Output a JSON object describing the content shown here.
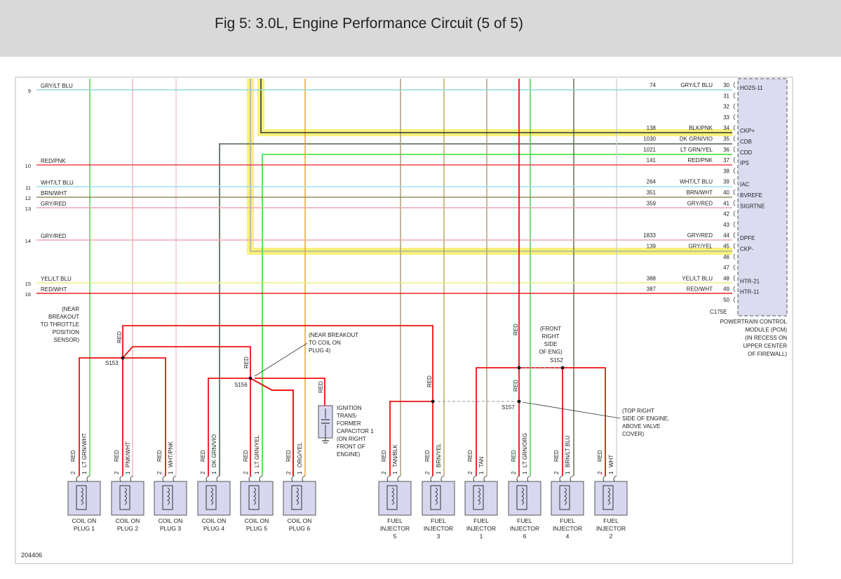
{
  "title": "Fig 5: 3.0L, Engine Performance Circuit (5 of 5)",
  "figure_id": "204406",
  "colors": {
    "GRY/LT BLU": "#8fd8e0",
    "RED/PNK": "#ee4455",
    "WHT/LT BLU": "#9ee0e8",
    "BRN/WHT": "#9a8c60",
    "GRY/RED": "#e7a9b0",
    "YEL/LT BLU": "#e9ef80",
    "RED/WHT": "#ee2222",
    "RED": "#ee1111",
    "LT GRN/WHT": "#44cc44",
    "PNK/WHT": "#efb4bb",
    "WHT/PNK": "#efc8cc",
    "DK GRN/VIO": "#4d6050",
    "LT GRN/YEL": "#33dd33",
    "ORG/YEL": "#e8a020",
    "TAN/BLK": "#a89870",
    "BRN/YEL": "#b8a25a",
    "TAN": "#b09a72",
    "LT GRN/ORG": "#44cc44",
    "BRN/LT BLU": "#5a6a40",
    "WHT": "#cfcfcf",
    "BLK/PNK": "#333333",
    "GRY/YEL": "#b0b0a0",
    "highlight": "#f6f27a",
    "pcm_fill": "#dcdcf0",
    "device_fill": "#d7d7f0"
  },
  "left_rows": [
    {
      "num": "9",
      "label": "GRY/LT BLU"
    },
    {
      "num": "10",
      "label": "RED/PNK"
    },
    {
      "num": "11",
      "label": "WHT/LT BLU"
    },
    {
      "num": "12",
      "label": "BRN/WHT"
    },
    {
      "num": "13",
      "label": "GRY/RED"
    },
    {
      "num": "14",
      "label": "GRY/RED"
    },
    {
      "num": "15",
      "label": "YEL/LT BLU"
    },
    {
      "num": "16",
      "label": "RED/WHT"
    }
  ],
  "pins": [
    {
      "pin": "30",
      "circuit": "74",
      "color": "GRY/LT BLU",
      "func": "HO2S-11"
    },
    {
      "pin": "31",
      "circuit": "",
      "color": "",
      "func": ""
    },
    {
      "pin": "32",
      "circuit": "",
      "color": "",
      "func": ""
    },
    {
      "pin": "33",
      "circuit": "",
      "color": "",
      "func": ""
    },
    {
      "pin": "34",
      "circuit": "138",
      "color": "BLK/PNK",
      "func": "CKP+"
    },
    {
      "pin": "35",
      "circuit": "1030",
      "color": "DK GRN/VIO",
      "func": "CDB"
    },
    {
      "pin": "36",
      "circuit": "1021",
      "color": "LT GRN/YEL",
      "func": "CDD"
    },
    {
      "pin": "37",
      "circuit": "141",
      "color": "RED/PNK",
      "func": "IPS"
    },
    {
      "pin": "38",
      "circuit": "",
      "color": "",
      "func": ""
    },
    {
      "pin": "39",
      "circuit": "264",
      "color": "WHT/LT BLU",
      "func": "IAC"
    },
    {
      "pin": "40",
      "circuit": "351",
      "color": "BRN/WHT",
      "func": "BVREFE"
    },
    {
      "pin": "41",
      "circuit": "359",
      "color": "GRY/RED",
      "func": "SIGRTNE"
    },
    {
      "pin": "42",
      "circuit": "",
      "color": "",
      "func": ""
    },
    {
      "pin": "43",
      "circuit": "",
      "color": "",
      "func": ""
    },
    {
      "pin": "44",
      "circuit": "1833",
      "color": "GRY/RED",
      "func": "DPFE"
    },
    {
      "pin": "45",
      "circuit": "139",
      "color": "GRY/YEL",
      "func": "CKP-"
    },
    {
      "pin": "46",
      "circuit": "",
      "color": "",
      "func": ""
    },
    {
      "pin": "47",
      "circuit": "",
      "color": "",
      "func": ""
    },
    {
      "pin": "48",
      "circuit": "388",
      "color": "YEL/LT BLU",
      "func": "HTR-21"
    },
    {
      "pin": "49",
      "circuit": "387",
      "color": "RED/WHT",
      "func": "HTR-11"
    },
    {
      "pin": "50",
      "circuit": "",
      "color": "",
      "func": ""
    }
  ],
  "connector": "C175E",
  "pcm_label": [
    "POWERTRAIN CONTROL",
    "MODULE (PCM)",
    "(IN RECESS ON",
    "UPPER CENTER",
    "OF FIREWALL)"
  ],
  "splices": [
    {
      "id": "S153",
      "label": "S153"
    },
    {
      "id": "S156",
      "label": "S156"
    },
    {
      "id": "S152",
      "label": "S152"
    },
    {
      "id": "S157",
      "label": "S157"
    }
  ],
  "notes": {
    "near_tps": [
      "(NEAR",
      "BREAKOUT",
      "TO THROTTLE",
      "POSITION",
      "SENSOR)"
    ],
    "near_coil4": [
      "(NEAR BREAKOUT",
      "TO COIL ON",
      "PLUG 4)"
    ],
    "front_right": [
      "(FRONT",
      "RIGHT",
      "SIDE",
      "OF ENG)"
    ],
    "top_right": [
      "(TOP RIGHT",
      "SIDE OF ENGINE,",
      "ABOVE VALVE",
      "COVER)"
    ],
    "capacitor": [
      "IGNITION",
      "TRANS-",
      "FORMER",
      "CAPACITOR 1",
      "(ON RIGHT",
      "FRONT OF",
      "ENGINE)"
    ]
  },
  "wire_red_label": "RED",
  "pin_numbers": {
    "one": "1",
    "two": "2"
  },
  "devices": [
    {
      "name": [
        "COIL ON",
        "PLUG 1"
      ],
      "signal": "LT GRN/WHT"
    },
    {
      "name": [
        "COIL ON",
        "PLUG 2"
      ],
      "signal": "PNK/WHT"
    },
    {
      "name": [
        "COIL ON",
        "PLUG 3"
      ],
      "signal": "WHT/PNK"
    },
    {
      "name": [
        "COIL ON",
        "PLUG 4"
      ],
      "signal": "DK GRN/VIO"
    },
    {
      "name": [
        "COIL ON",
        "PLUG 5"
      ],
      "signal": "LT GRN/YEL"
    },
    {
      "name": [
        "COIL ON",
        "PLUG 6"
      ],
      "signal": "ORG/YEL"
    },
    {
      "name": [
        "FUEL",
        "INJECTOR",
        "5"
      ],
      "signal": "TAN/BLK"
    },
    {
      "name": [
        "FUEL",
        "INJECTOR",
        "3"
      ],
      "signal": "BRN/YEL"
    },
    {
      "name": [
        "FUEL",
        "INJECTOR",
        "1"
      ],
      "signal": "TAN"
    },
    {
      "name": [
        "FUEL",
        "INJECTOR",
        "6"
      ],
      "signal": "LT GRN/ORG"
    },
    {
      "name": [
        "FUEL",
        "INJECTOR",
        "4"
      ],
      "signal": "BRN/LT BLU"
    },
    {
      "name": [
        "FUEL",
        "INJECTOR",
        "2"
      ],
      "signal": "WHT"
    }
  ]
}
